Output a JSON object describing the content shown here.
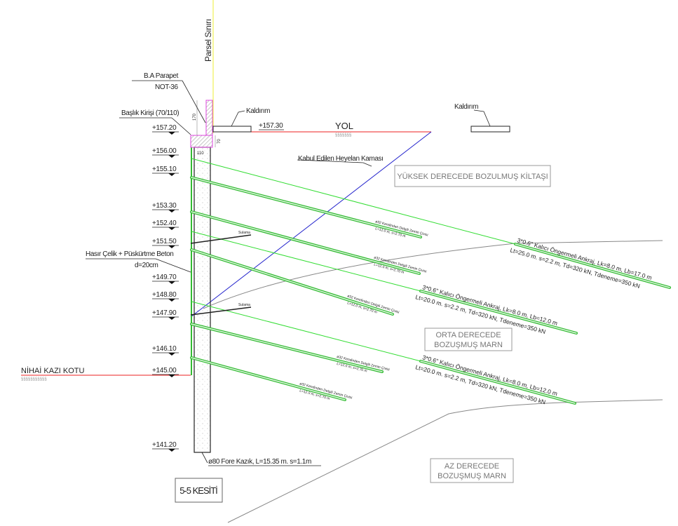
{
  "title": "5-5 KESİTİ",
  "parcel_label": "Parsel Sınırı",
  "parapet": {
    "label": "B.A Parapet",
    "note": "NOT-36",
    "dim_height": "170",
    "dim_beam": "70",
    "dim_width": "110"
  },
  "head_beam": "Başlık Kirişi (70/110)",
  "sidewalks": [
    "Kaldırım",
    "Kaldırım"
  ],
  "road": {
    "label": "YOL",
    "elevation": "+157.30"
  },
  "landslide_wedge": "Kabul Edilen Heyelan Kaması",
  "shotcrete": {
    "line1": "Hasır Çelik + Püskürtme Beton",
    "line2": "d=20cm"
  },
  "final_excavation": "NİHAİ KAZI KOTU",
  "elevations": [
    "+157.20",
    "+156.00",
    "+155.10",
    "+153.30",
    "+152.40",
    "+151.50",
    "+149.70",
    "+148.80",
    "+147.90",
    "+146.10",
    "+145.00",
    "+141.20"
  ],
  "pile": "ø80 Fore Kazık, L=15.35 m. s=1.1m",
  "soil_layers": [
    {
      "line1": "YÜKSEK DERECEDE  BOZULMUŞ KİLTAŞI",
      "line2": ""
    },
    {
      "line1": "ORTA DERECEDE",
      "line2": "BOZUŞMUŞ MARN"
    },
    {
      "line1": "AZ DERECEDE",
      "line2": "BOZUŞMUŞ MARN"
    }
  ],
  "anchors": [
    {
      "line1": "3*0.6\" Kalıcı Öngermeli Ankraj, Lk=8.0 m, Lb=17.0 m",
      "line2": "Lt=25.0 m.  s=2.2 m, Td=320 kN, Tdeneme=350 kN"
    },
    {
      "line1": "3*0.6\" Kalıcı Öngermeli Ankraj, Lk=8.0 m, Lb=12.0 m",
      "line2": "Lt=20.0 m.  s=2.2 m, Td=320 kN, Tdeneme=350 kN"
    },
    {
      "line1": "3*0.6\" Kalıcı Öngermeli Ankraj, Lk=8.0 m, Lb=12.0 m",
      "line2": "Lt=20.0 m.  s=2.2 m, Td=320 kN, Tdeneme=350 kN"
    }
  ],
  "nails": {
    "line1": "ø32 Kendinden Delgili Zemin Çivisi",
    "line2": "L=12.0 m, s=2.70 m"
  },
  "drain_label": "Sulama",
  "colors": {
    "anchor": "#33dd33",
    "road": "#ee2222",
    "wedge": "#2222cc",
    "parapet": "#dd44dd",
    "parcel": "#eeee33",
    "soil_line": "#888888"
  }
}
